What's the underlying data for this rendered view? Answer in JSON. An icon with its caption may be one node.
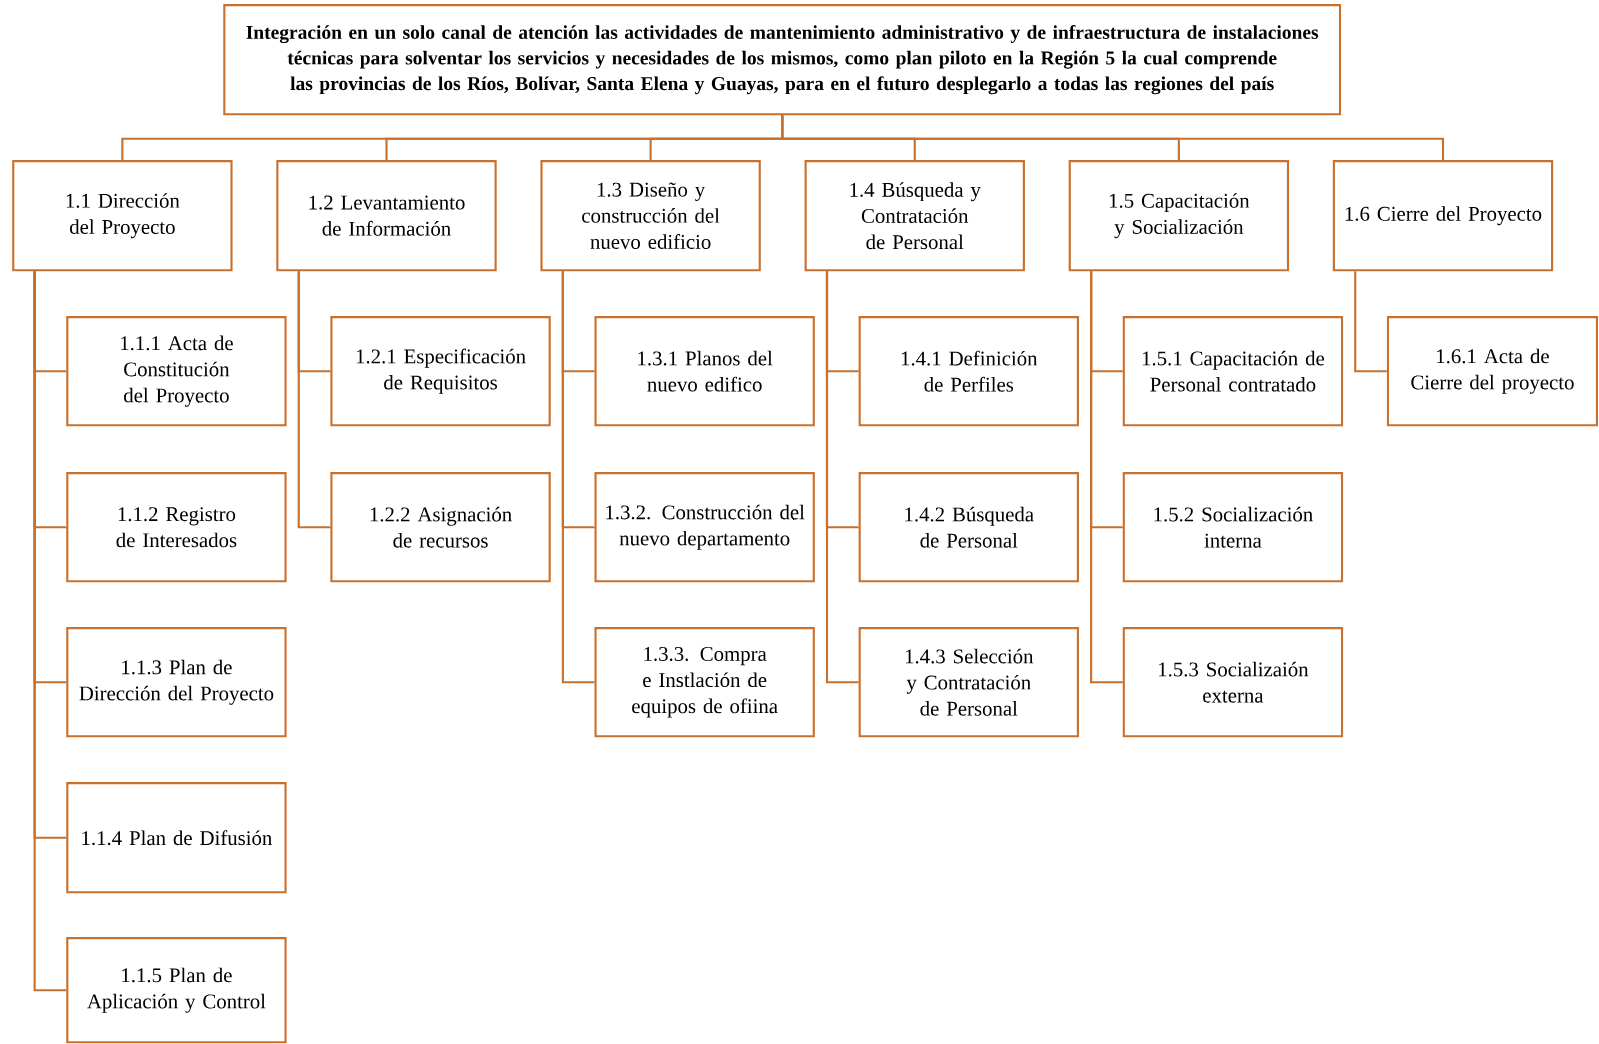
{
  "diagram": {
    "nodes": [
      {
        "text": [
          "Integración  en un solo canal de atención las actividades de mantenimiento administrativo y de infraestructura de instalaciones técnicas para solventar los servicios y necesidades de los mismos, como plan piloto en la Región 5 la cual comprende las provincias de los Ríos, Bolívar, Santa Elena y Guayas, para en el futuro desplegarlo a todas las regiones del país"
        ]
      },
      {
        "text": [
          "1.1 Dirección del Proyecto"
        ]
      },
      {
        "text": [
          "1.2 Levantamiento de Información"
        ]
      },
      {
        "text": [
          "1.3 Diseño y construcción del nuevo edificio"
        ]
      },
      {
        "text": [
          "1.4 Búsqueda y Contratación de Personal"
        ]
      },
      {
        "text": [
          "1.5 Capacitación y Socialización"
        ]
      },
      {
        "text": [
          "1.6 Cierre del Proyecto"
        ]
      },
      {
        "text": [
          "1.1.1 Acta de Constitución del Proyecto"
        ]
      },
      {
        "text": [
          "1.1.2 Registro de Interesados"
        ]
      },
      {
        "text": [
          "1.1.3 Plan de Dirección del Proyecto"
        ]
      },
      {
        "text": [
          "1.1.4 Plan de Difusión"
        ]
      },
      {
        "text": [
          "1.1.5 Plan de Aplicación y Control"
        ]
      },
      {
        "text": [
          "1.2.1 Especificación de Requisitos"
        ]
      },
      {
        "text": [
          "1.2.2 Asignación de recursos"
        ]
      },
      {
        "text": [
          "1.3.1 Planos del nuevo edifico"
        ]
      },
      {
        "text": [
          "1.3.2. Construcción del nuevo departamento"
        ]
      },
      {
        "text": [
          "1.3.3. Compra e Instlación de equipos de ofiina"
        ]
      },
      {
        "text": [
          "1.4.1 Definición de Perfiles"
        ]
      },
      {
        "text": [
          "1.4.2 Búsqueda de Personal"
        ]
      },
      {
        "text": [
          "1.4.3 Selección y Contratación de Personal"
        ]
      },
      {
        "text": [
          "1.5.1 Capacitación de Personal contratado"
        ]
      },
      {
        "text": [
          "1.5.2 Socialización interna"
        ]
      },
      {
        "text": [
          "1.5.3 Socializaión externa"
        ]
      },
      {
        "text": [
          "1.6.1 Acta de Cierre del proyecto"
        ]
      }
    ],
    "edges": [
      {
        "from": 0,
        "to": 1,
        "arrow": "none"
      },
      {
        "from": 0,
        "to": 2,
        "arrow": "none"
      },
      {
        "from": 0,
        "to": 3,
        "arrow": "none"
      },
      {
        "from": 0,
        "to": 4,
        "arrow": "none"
      },
      {
        "from": 0,
        "to": 5,
        "arrow": "none"
      },
      {
        "from": 0,
        "to": 6,
        "arrow": "none"
      },
      {
        "from": 1,
        "to": 7,
        "arrow": "none"
      },
      {
        "from": 1,
        "to": 8,
        "arrow": "none"
      },
      {
        "from": 1,
        "to": 9,
        "arrow": "none"
      },
      {
        "from": 1,
        "to": 10,
        "arrow": "none"
      },
      {
        "from": 1,
        "to": 11,
        "arrow": "none"
      },
      {
        "from": 2,
        "to": 12,
        "arrow": "none"
      },
      {
        "from": 2,
        "to": 13,
        "arrow": "none"
      },
      {
        "from": 3,
        "to": 14,
        "arrow": "none"
      },
      {
        "from": 3,
        "to": 15,
        "arrow": "none"
      },
      {
        "from": 3,
        "to": 16,
        "arrow": "none"
      },
      {
        "from": 4,
        "to": 17,
        "arrow": "none"
      },
      {
        "from": 4,
        "to": 18,
        "arrow": "none"
      },
      {
        "from": 4,
        "to": 19,
        "arrow": "none"
      },
      {
        "from": 5,
        "to": 20,
        "arrow": "none"
      },
      {
        "from": 5,
        "to": 21,
        "arrow": "none"
      },
      {
        "from": 5,
        "to": 22,
        "arrow": "none"
      },
      {
        "from": 6,
        "to": 23,
        "arrow": "none"
      }
    ]
  }
}
